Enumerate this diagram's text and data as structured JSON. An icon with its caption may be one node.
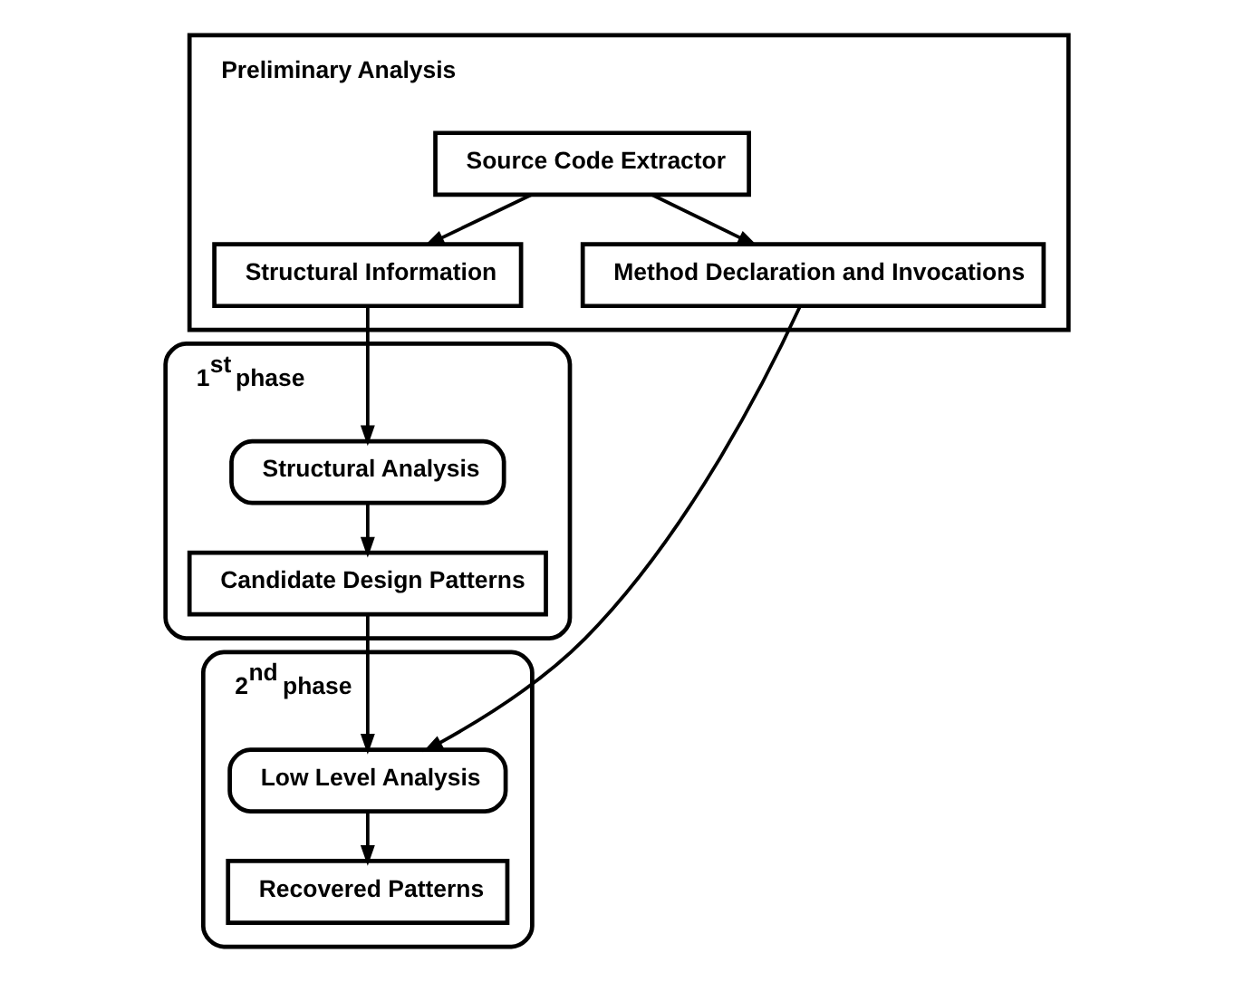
{
  "diagram": {
    "nodes": [
      {
        "text": [
          "Preliminary Analysis"
        ]
      },
      {
        "text": [
          "Source Code Extractor"
        ],
        "in": 0
      },
      {
        "text": [
          "Structural Information"
        ],
        "in": 0
      },
      {
        "text": [
          "Method Declaration and Invocations"
        ],
        "in": 0
      },
      {
        "text": [
          "1$^{st}$ phase"
        ]
      },
      {
        "text": [
          "Structural Analysis"
        ],
        "in": 4
      },
      {
        "text": [
          "Candidate Design Patterns"
        ],
        "in": 4
      },
      {
        "text": [
          "2$^{nd}$ phase"
        ]
      },
      {
        "text": [
          "Low Level Analysis"
        ],
        "in": 7
      },
      {
        "text": [
          "Recovered Patterns"
        ],
        "in": 7
      }
    ],
    "edges": [
      {
        "from": 1,
        "to": 2,
        "arrow": "to"
      },
      {
        "from": 1,
        "to": 3,
        "arrow": "to"
      },
      {
        "from": 2,
        "to": 5,
        "arrow": "to"
      },
      {
        "from": 5,
        "to": 6,
        "arrow": "to"
      },
      {
        "from": 6,
        "to": 8,
        "arrow": "to"
      },
      {
        "from": 3,
        "to": 8,
        "arrow": "to"
      },
      {
        "from": 8,
        "to": 9,
        "arrow": "to"
      }
    ]
  }
}
